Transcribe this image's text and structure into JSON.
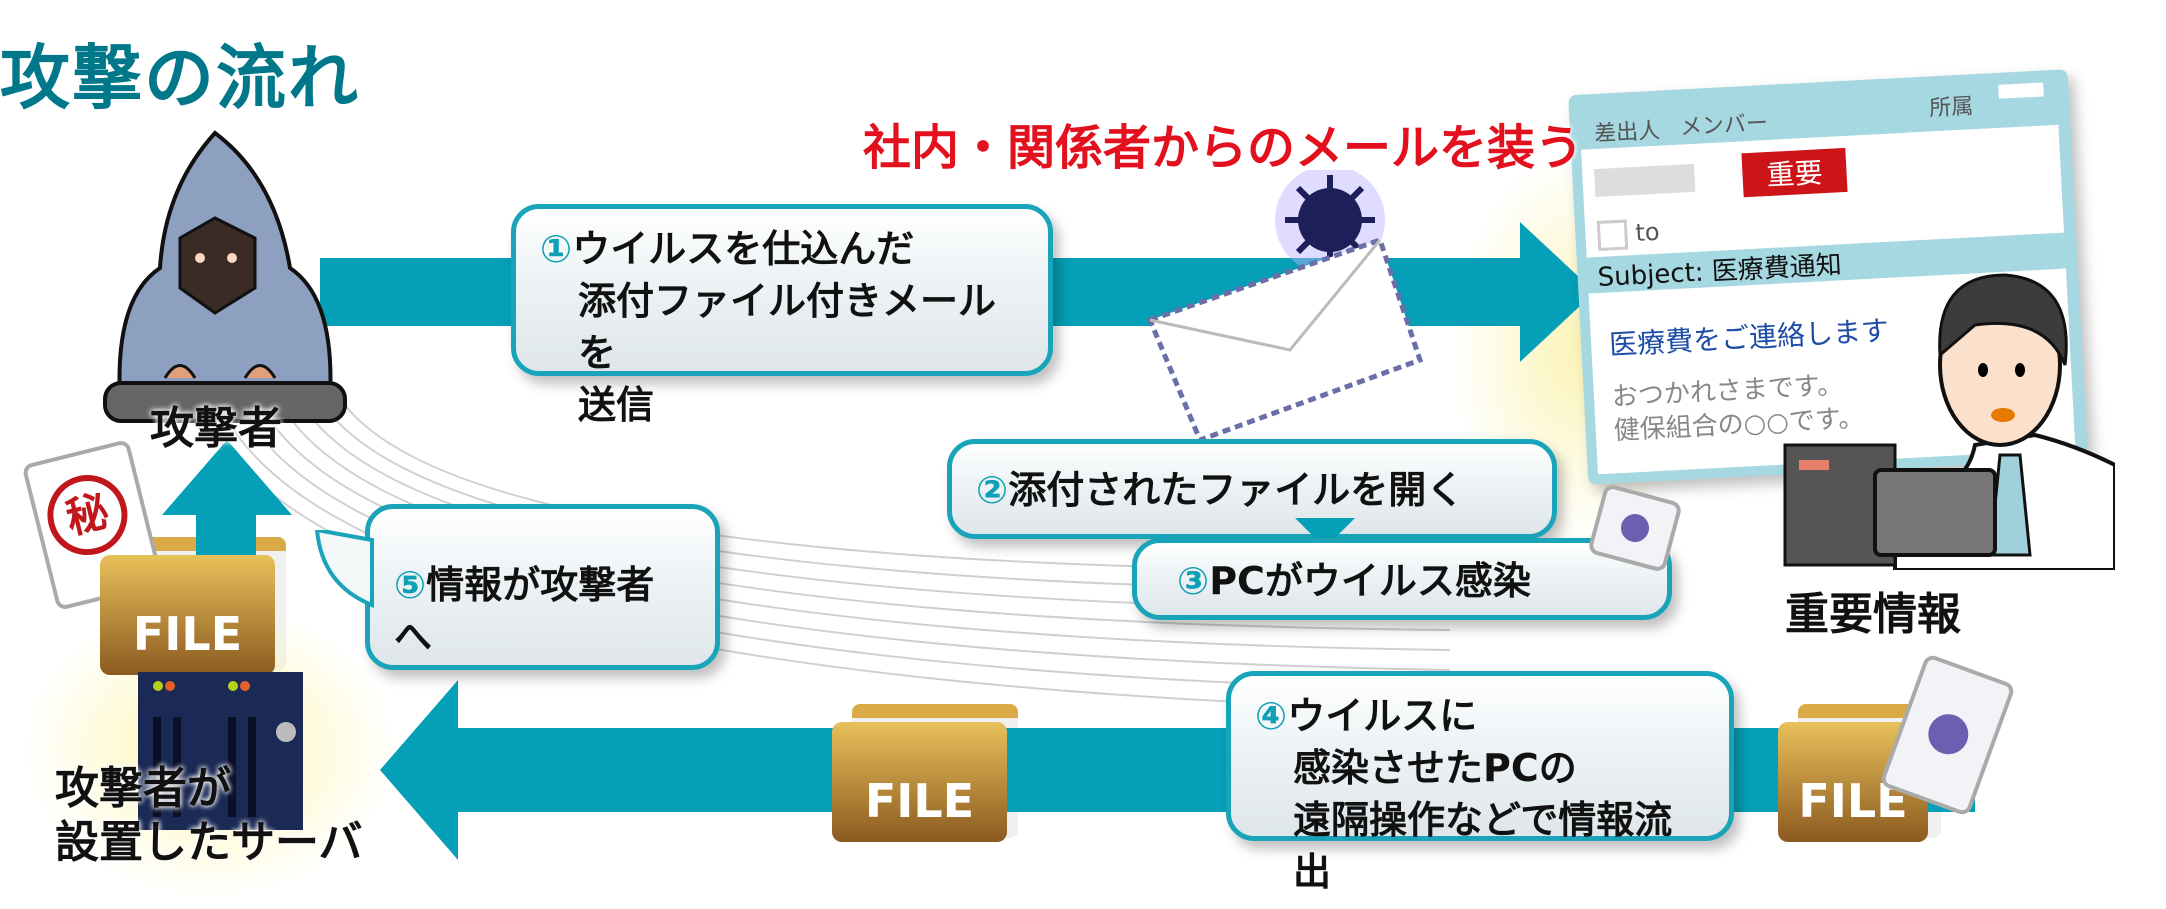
{
  "title": "攻撃の流れ",
  "attacker_label": "攻撃者",
  "impersonation_label": "社内・関係者からのメールを装う",
  "steps": {
    "s1": {
      "num": "①",
      "lines": [
        "ウイルスを仕込んだ",
        "添付ファイル付きメールを",
        "送信"
      ]
    },
    "s2": {
      "num": "②",
      "text": "添付されたファイルを開く"
    },
    "s3": {
      "num": "③",
      "text": "PCがウイルス感染"
    },
    "s4": {
      "num": "④",
      "lines": [
        "ウイルスに",
        "感染させたPCの",
        "遠隔操作などで情報流出"
      ]
    },
    "s5": {
      "num": "⑤",
      "text": "情報が攻撃者へ"
    }
  },
  "email": {
    "from": "差出人",
    "member": "メンバー",
    "affiliation": "所属",
    "badge": "重要",
    "to": "to",
    "subject": "Subject: 医療費通知",
    "heading": "医療費をご連絡します",
    "body": [
      "おつかれさまです。",
      "健保組合の○○です。"
    ]
  },
  "important_info_label": "重要情報",
  "server_label": [
    "攻撃者が",
    "設置したサーバ"
  ],
  "secret_mark": "秘",
  "file_label": "FILE",
  "colors": {
    "accent": "#05a0b7",
    "title": "#00788a",
    "red": "#e3101d"
  }
}
